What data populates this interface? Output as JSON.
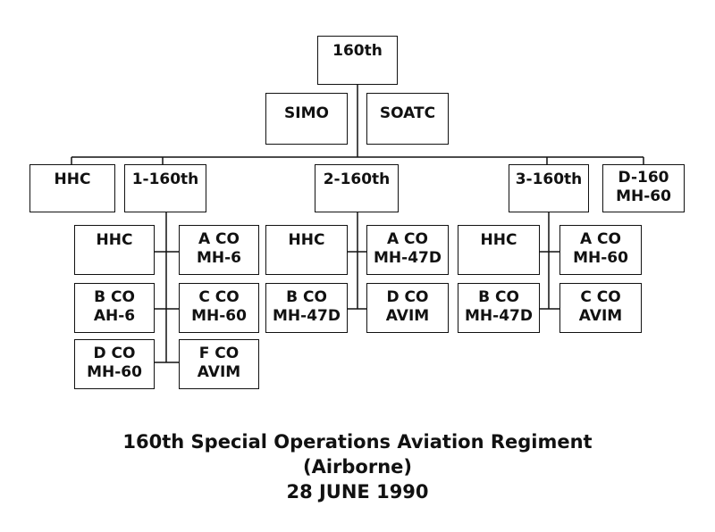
{
  "org_chart": {
    "root": "160th",
    "staff": [
      "SIMO",
      "SOATC"
    ],
    "units": {
      "hhc": "HHC",
      "bn1": "1-160th",
      "bn2": "2-160th",
      "bn3": "3-160th",
      "d160": [
        "D-160",
        "MH-60"
      ]
    },
    "bn1_companies": {
      "hhc": [
        "HHC"
      ],
      "a": [
        "A CO",
        "MH-6"
      ],
      "b": [
        "B CO",
        "AH-6"
      ],
      "c": [
        "C CO",
        "MH-60"
      ],
      "d": [
        "D CO",
        "MH-60"
      ],
      "f": [
        "F CO",
        "AVIM"
      ]
    },
    "bn2_companies": {
      "hhc": [
        "HHC"
      ],
      "a": [
        "A CO",
        "MH-47D"
      ],
      "b": [
        "B CO",
        "MH-47D"
      ],
      "d": [
        "D CO",
        "AVIM"
      ]
    },
    "bn3_companies": {
      "hhc": [
        "HHC"
      ],
      "a": [
        "A CO",
        "MH-60"
      ],
      "b": [
        "B CO",
        "MH-47D"
      ],
      "c": [
        "C CO",
        "AVIM"
      ]
    }
  },
  "caption": {
    "line1": "160th Special Operations Aviation Regiment",
    "line2": "(Airborne)",
    "line3": "28 JUNE 1990"
  }
}
